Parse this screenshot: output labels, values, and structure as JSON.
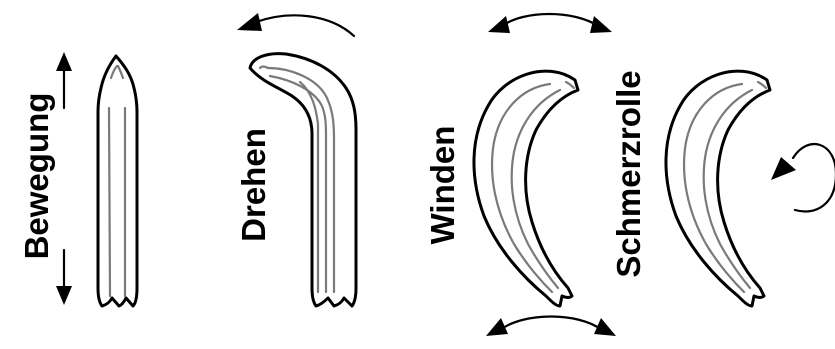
{
  "labels": {
    "bewegung": "Bewegung",
    "drehen": "Drehen",
    "winden": "Winden",
    "schmerzrolle": "Schmerzrolle"
  }
}
